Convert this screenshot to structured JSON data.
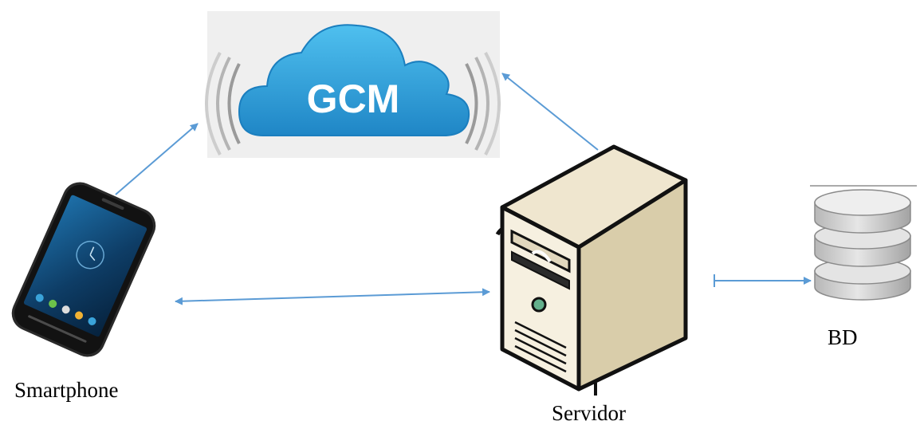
{
  "nodes": {
    "gcm": {
      "label": "GCM",
      "icon": "gcm-cloud-icon"
    },
    "smartphone": {
      "label": "Smartphone",
      "icon": "smartphone-icon"
    },
    "server": {
      "label": "Servidor",
      "icon": "server-tower-icon"
    },
    "database": {
      "label": "BD",
      "icon": "database-icon"
    }
  },
  "edges": [
    {
      "from": "smartphone",
      "to": "gcm",
      "direction": "one-way"
    },
    {
      "from": "server",
      "to": "gcm",
      "direction": "one-way"
    },
    {
      "from": "smartphone",
      "to": "server",
      "direction": "two-way"
    },
    {
      "from": "server",
      "to": "database",
      "direction": "one-way"
    }
  ],
  "colors": {
    "arrow": "#5b9bd5",
    "cloud_fill": "#2c9fd8",
    "cloud_background": "#efefef",
    "server_body": "#f2ead7",
    "database_fill": "#c9c9c9",
    "label_text": "#000000"
  }
}
